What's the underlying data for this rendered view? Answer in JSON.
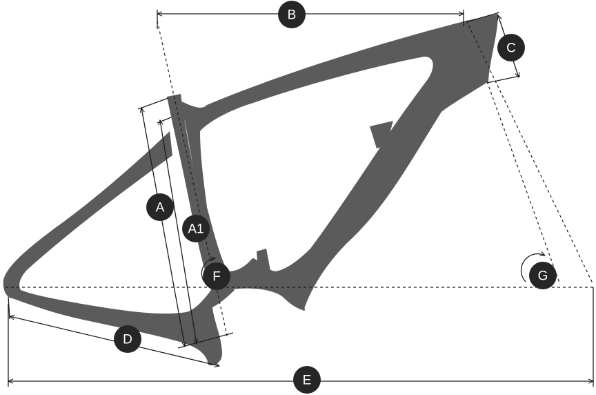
{
  "labels": {
    "a": "A",
    "a1": "A1",
    "b": "B",
    "c": "C",
    "d": "D",
    "e": "E",
    "f": "F",
    "g": "G"
  },
  "colors": {
    "frame": "#5b5b5b",
    "badge": "#262626",
    "lines": "#1c1c1c"
  }
}
